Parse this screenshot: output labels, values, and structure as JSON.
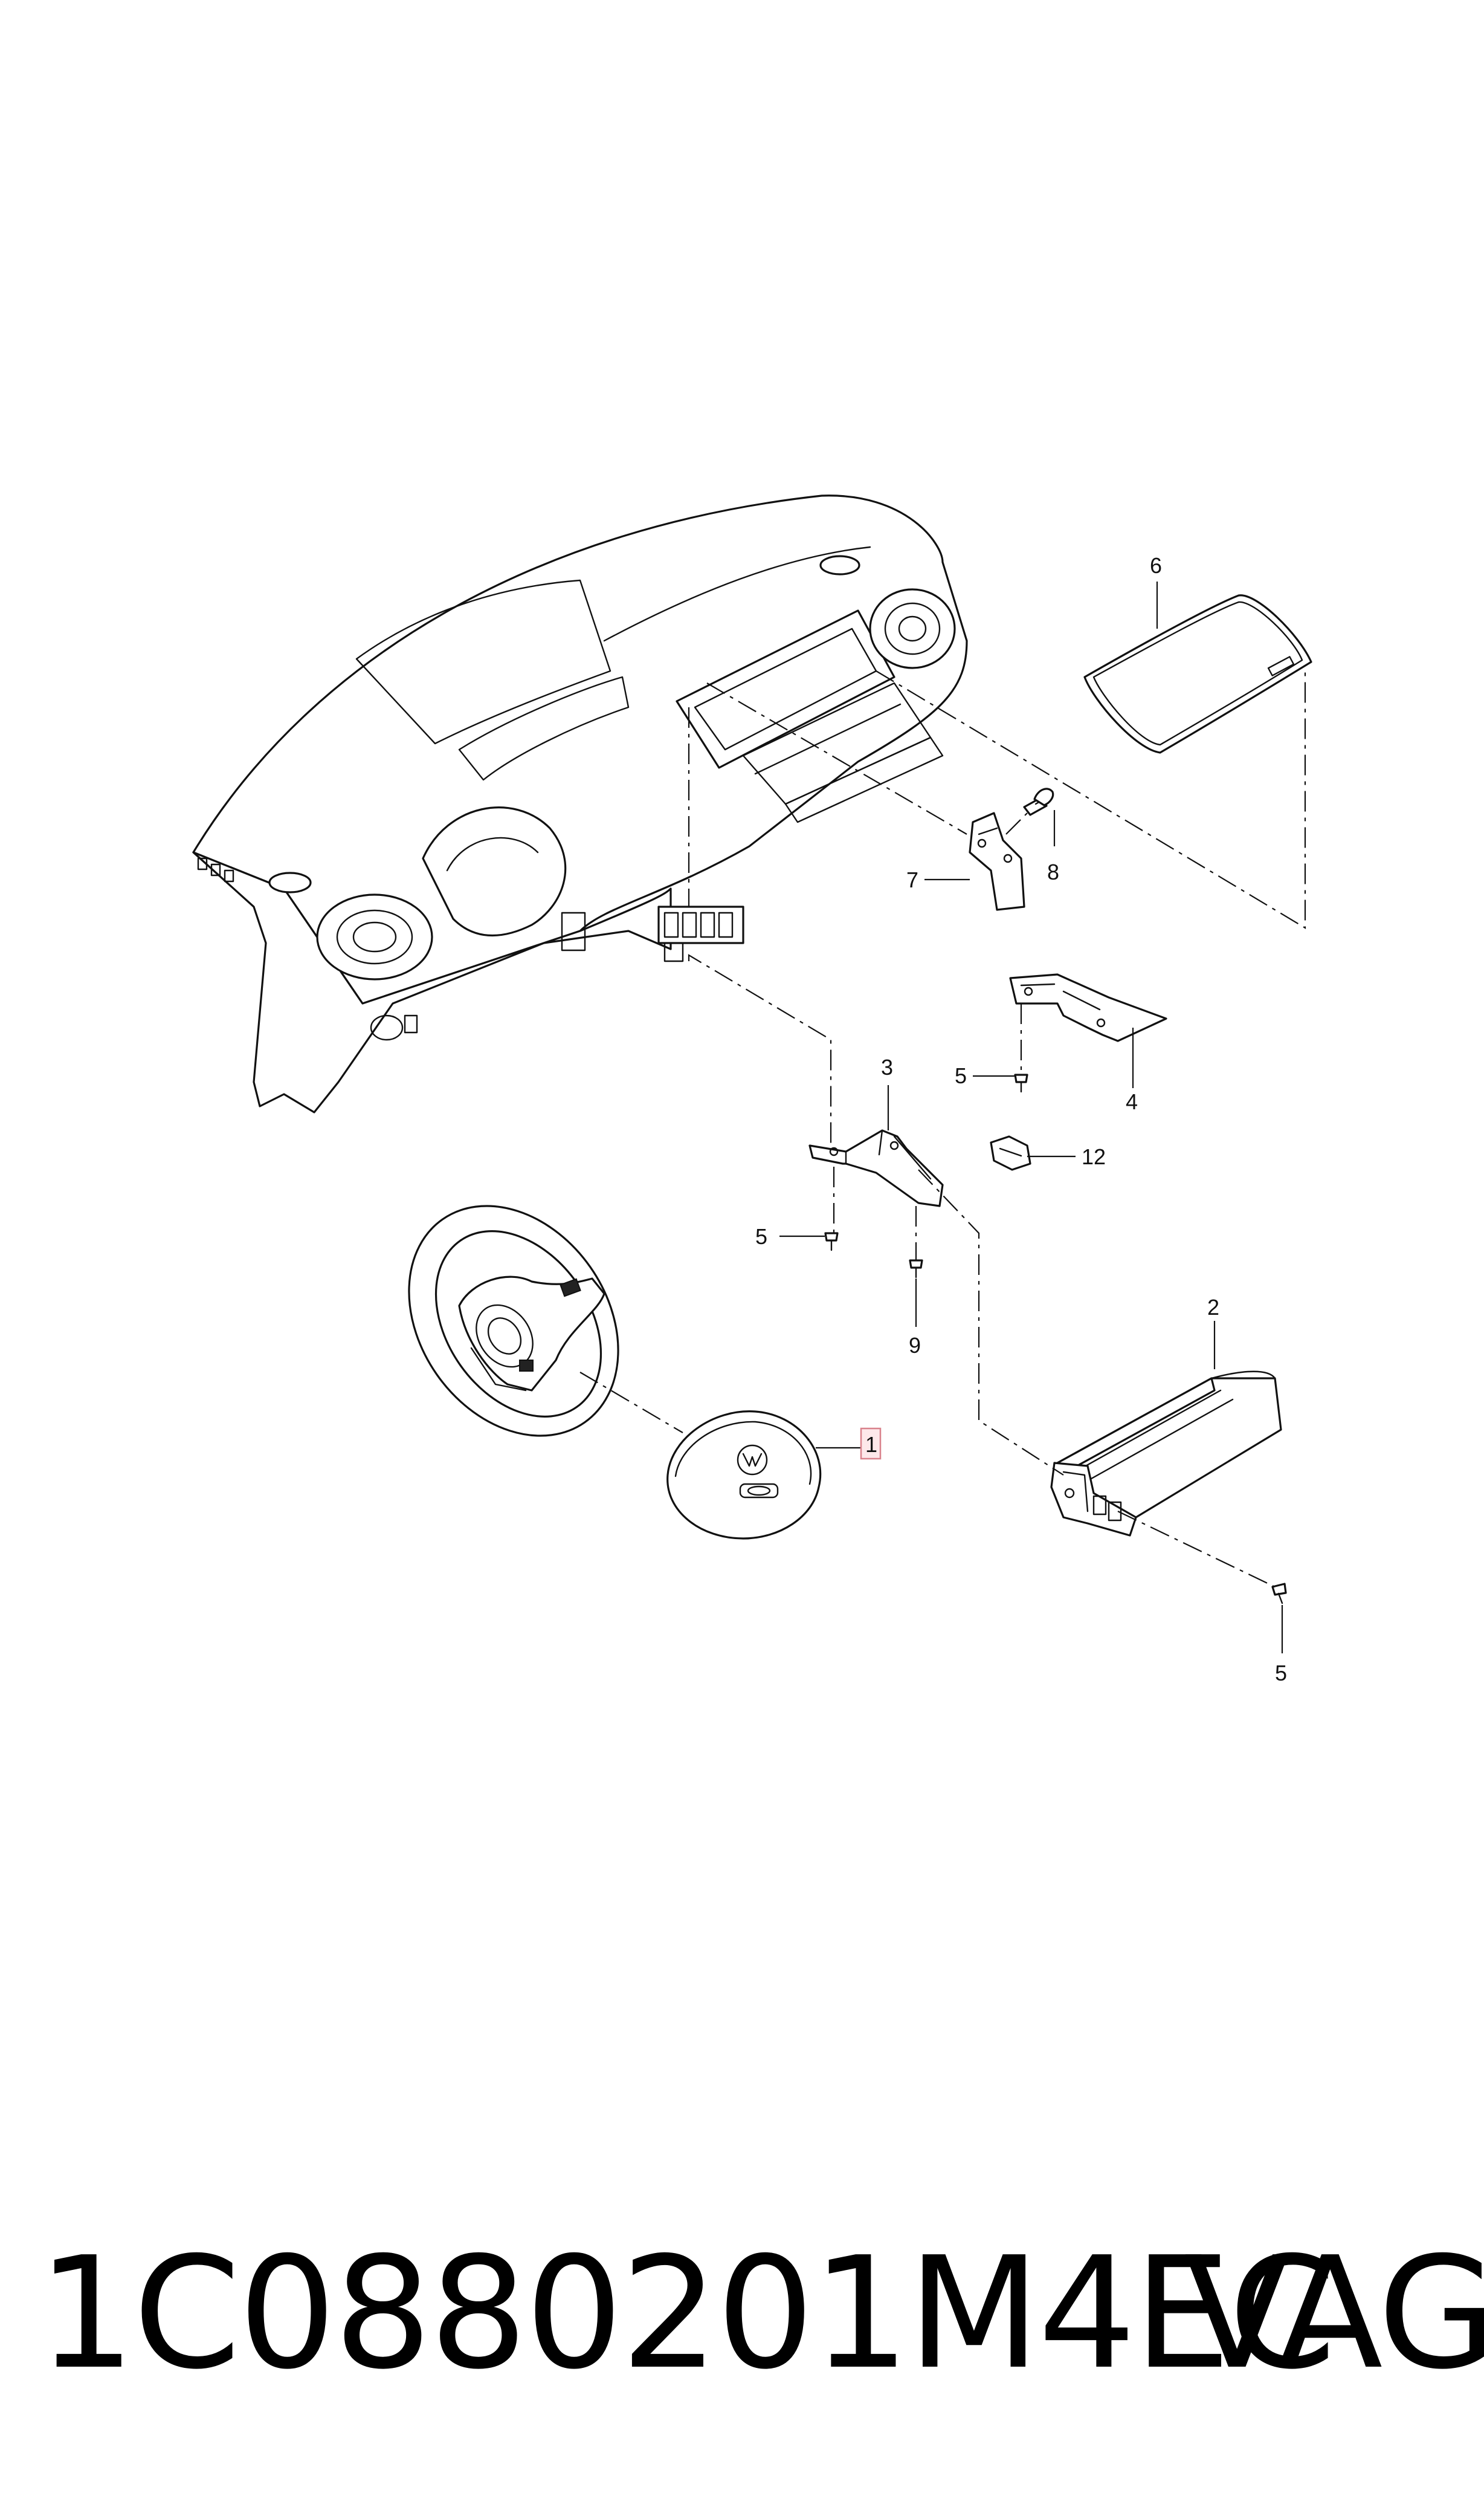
{
  "diagram": {
    "callouts": {
      "c1": "1",
      "c2": "2",
      "c3": "3",
      "c4": "4",
      "c5a": "5",
      "c5b": "5",
      "c5c": "5",
      "c6": "6",
      "c7": "7",
      "c8": "8",
      "c9": "9",
      "c12": "12"
    },
    "highlighted_callout": "1",
    "highlight_color": "#fde8ea"
  },
  "footer": {
    "part_number": "1C0880201M4EC",
    "brand": "VAG"
  }
}
